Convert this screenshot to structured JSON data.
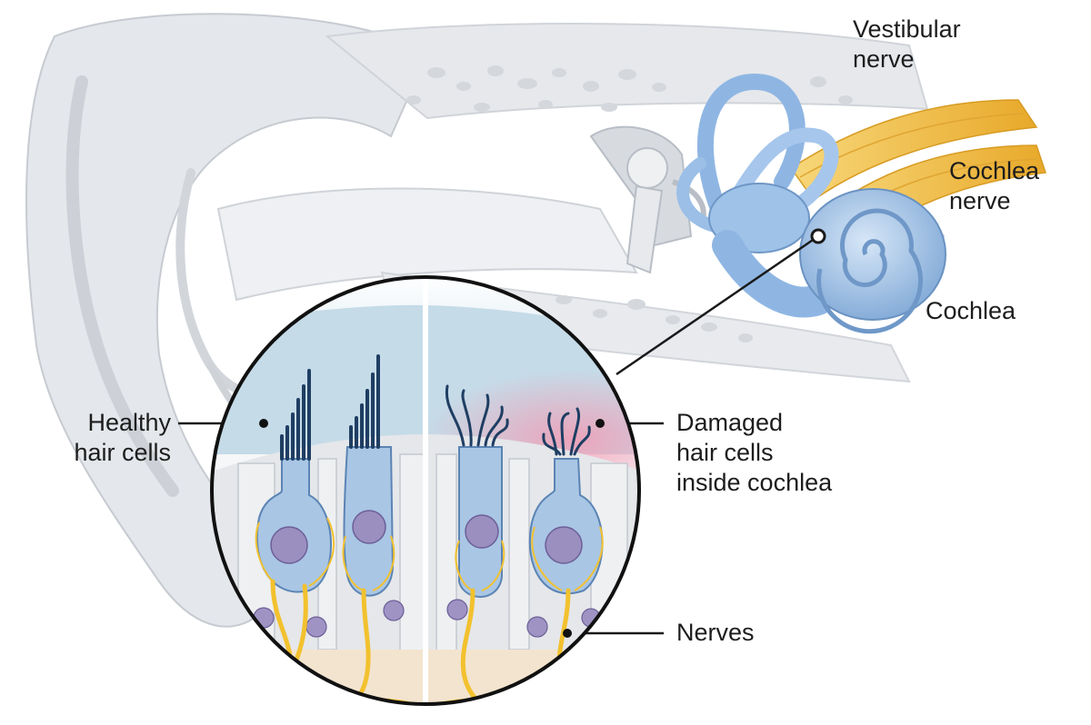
{
  "labels": {
    "vestibular_nerve": [
      "Vestibular",
      "nerve"
    ],
    "cochlea_nerve": [
      "Cochlea",
      "nerve"
    ],
    "cochlea": "Cochlea",
    "healthy_hair_cells": [
      "Healthy",
      "hair cells"
    ],
    "damaged_hair_cells": [
      "Damaged",
      "hair cells",
      "inside cochlea"
    ],
    "nerves": "Nerves"
  },
  "colors": {
    "cochlea_blue": "#9fc3e8",
    "nerve_yellow": "#f2c12e",
    "fluid_blue": "#c9dde9",
    "damage_pink": "#f4b6c6",
    "hair_bundle": "#1f3e63",
    "nucleus_purple": "#8d7fb0"
  }
}
